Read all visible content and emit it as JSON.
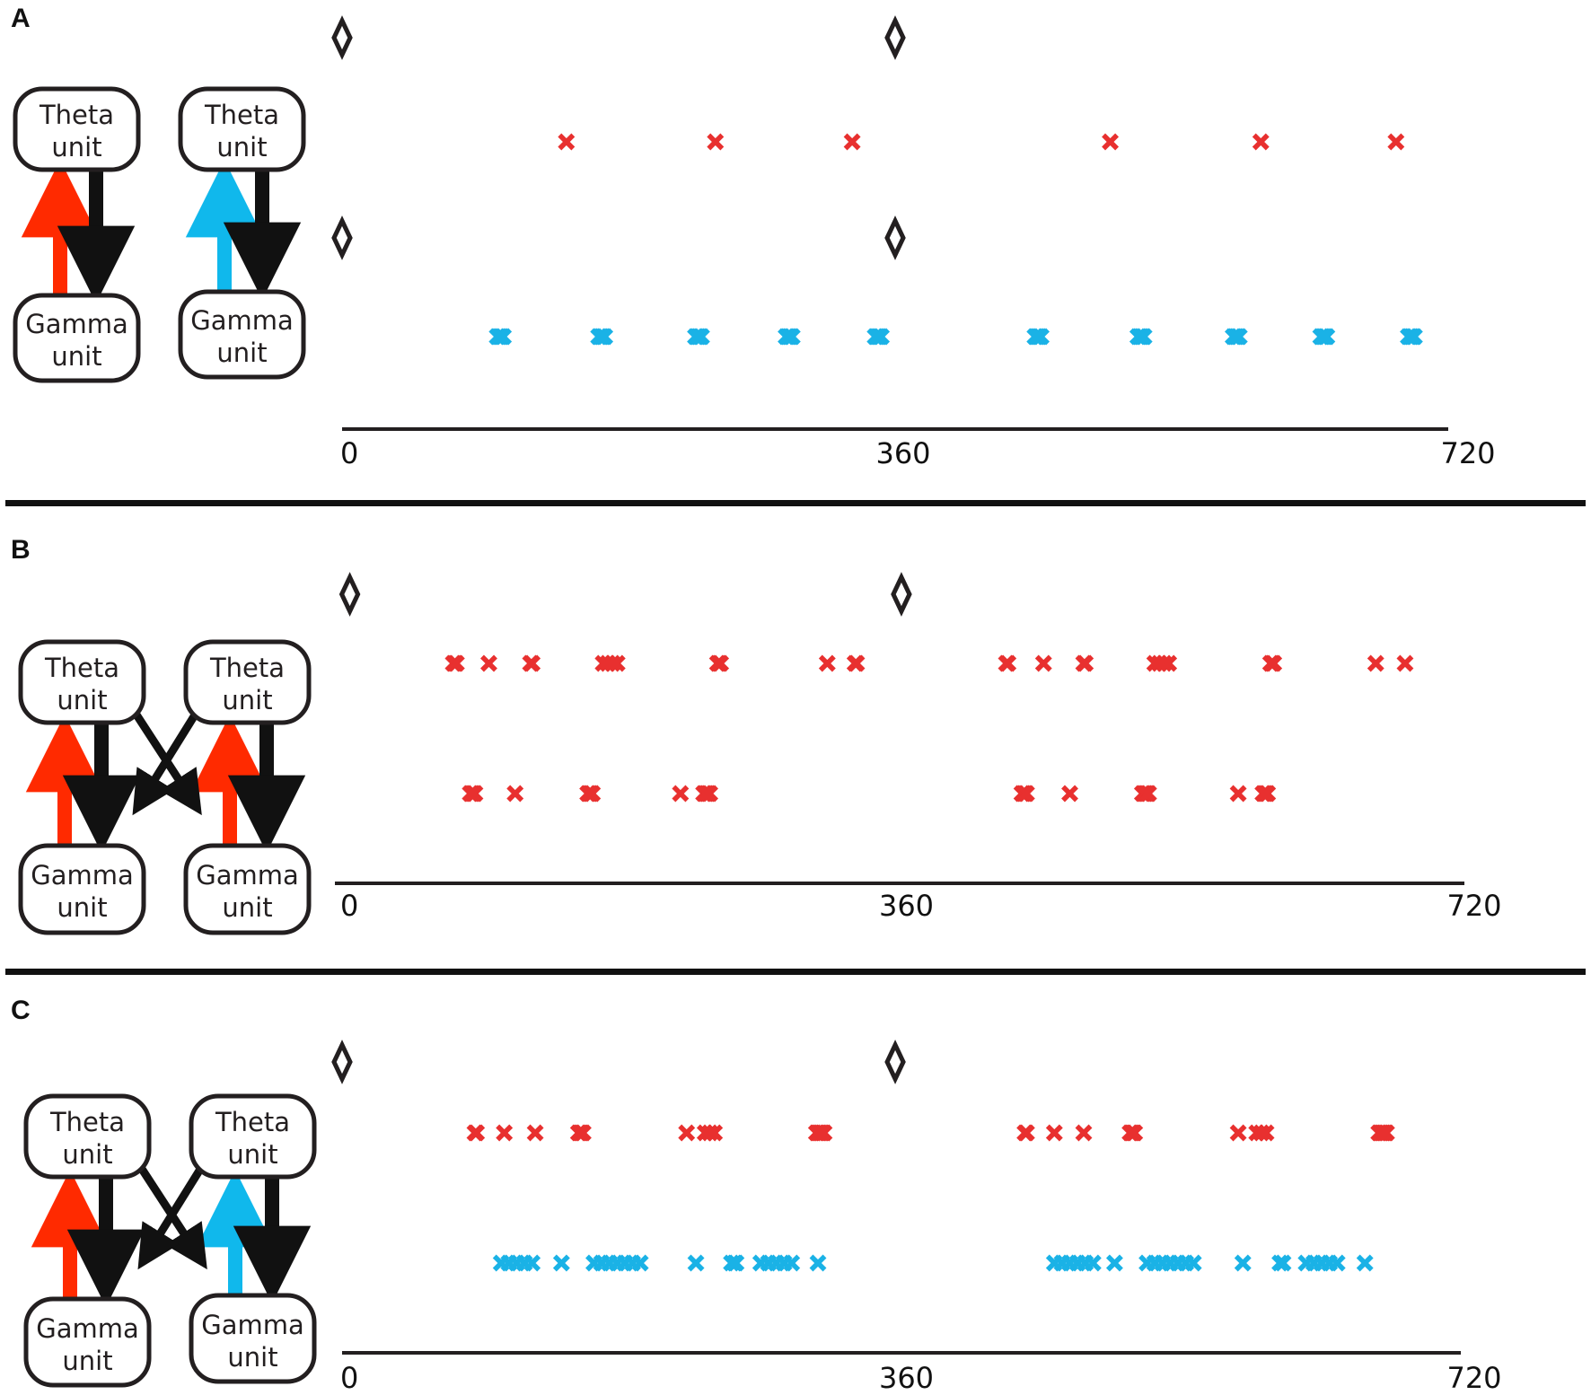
{
  "colors": {
    "red": "#e8302f",
    "blue": "#1ab2e6",
    "red_arrow": "#ff2a00",
    "blue_arrow": "#10b8ec",
    "black": "#111111",
    "box_border": "#231f20"
  },
  "unit_labels": {
    "theta_line1": "Theta",
    "theta_line2": "unit",
    "gamma_line1": "Gamma",
    "gamma_line2": "unit"
  },
  "axis": {
    "domain": [
      0,
      720
    ],
    "ticks": [
      {
        "value": 0,
        "label": "0"
      },
      {
        "value": 360,
        "label": "360"
      },
      {
        "value": 720,
        "label": "720"
      }
    ]
  },
  "panels": [
    {
      "label": "A",
      "coupling": "separate",
      "diamond_rows": [
        {
          "values": [
            0,
            360
          ]
        },
        {
          "values": [
            0,
            360
          ]
        }
      ],
      "spike_rows": [
        {
          "color": "red",
          "values": [
            146,
            243,
            332,
            500,
            598,
            686
          ]
        },
        {
          "color": "blue",
          "values": [
            101,
            102,
            103,
            104,
            105,
            167,
            168,
            169,
            170,
            171,
            230,
            231,
            232,
            233,
            234,
            289,
            290,
            291,
            292,
            293,
            347,
            348,
            349,
            350,
            351,
            451,
            452,
            453,
            454,
            455,
            518,
            519,
            520,
            521,
            522,
            580,
            581,
            582,
            583,
            584,
            637,
            638,
            639,
            640,
            641,
            694,
            695,
            696,
            697,
            698
          ]
        }
      ],
      "arrows": [
        "red",
        "blue"
      ]
    },
    {
      "label": "B",
      "coupling": "cross",
      "diamond_rows": [
        {
          "values": [
            5,
            362
          ]
        }
      ],
      "spike_rows": [
        {
          "color": "red",
          "values": [
            72,
            73,
            74,
            95,
            122,
            123,
            169,
            172,
            175,
            178,
            243,
            244,
            245,
            314,
            332,
            333,
            430,
            431,
            454,
            480,
            481,
            526,
            529,
            532,
            535,
            601,
            602,
            603,
            669,
            688
          ]
        },
        {
          "color": "red",
          "values": [
            83,
            84,
            85,
            86,
            112,
            159,
            160,
            161,
            162,
            219,
            234,
            235,
            236,
            237,
            238,
            440,
            441,
            442,
            443,
            471,
            518,
            519,
            520,
            521,
            522,
            580,
            596,
            597,
            598,
            599
          ]
        }
      ],
      "arrows": [
        "red",
        "red"
      ]
    },
    {
      "label": "C",
      "coupling": "cross",
      "diamond_rows": [
        {
          "values": [
            0,
            358
          ]
        }
      ],
      "spike_rows": [
        {
          "color": "red",
          "values": [
            86,
            87,
            105,
            125,
            153,
            154,
            155,
            156,
            223,
            235,
            238,
            241,
            307,
            308,
            309,
            310,
            311,
            312,
            442,
            443,
            461,
            480,
            510,
            511,
            512,
            513,
            580,
            592,
            595,
            598,
            671,
            672,
            673,
            674,
            675,
            676
          ]
        },
        {
          "color": "blue",
          "values": [
            103,
            108,
            113,
            118,
            123,
            142,
            163,
            168,
            173,
            178,
            183,
            188,
            193,
            229,
            252,
            254,
            255,
            271,
            276,
            281,
            286,
            291,
            308,
            461,
            466,
            471,
            476,
            481,
            486,
            500,
            521,
            526,
            531,
            536,
            541,
            546,
            551,
            583,
            607,
            609,
            624,
            629,
            634,
            639,
            644,
            662
          ]
        }
      ],
      "arrows": [
        "red",
        "blue"
      ]
    }
  ]
}
